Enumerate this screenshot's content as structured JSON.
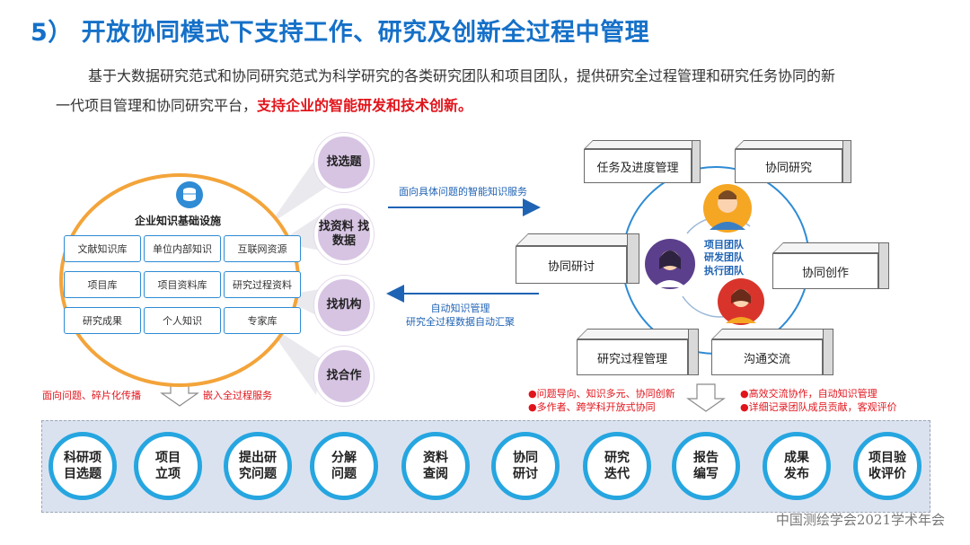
{
  "title": "5） 开放协同模式下支持工作、研究及创新全过程中管理",
  "intro": {
    "line1": "基于大数据研究范式和协同研究范式为科学研究的各类研究团队和项目团队，提供研究全过程管理和研究任务协同的新",
    "line2_plain": "一代项目管理和协同研究平台，",
    "line2_highlight": "支持企业的智能研发和技术创新。"
  },
  "colors": {
    "title": "#1570c8",
    "highlight": "#e1141b",
    "ring": "#f3a43a",
    "step_border": "#26a6e0",
    "find_bubble": "#d7c4e3"
  },
  "knowledge_base": {
    "title": "企业知识基础设施",
    "icon": "database-icon",
    "cells": [
      "文献知识库",
      "单位内部知识",
      "互联网资源",
      "项目库",
      "项目资料库",
      "研究过程资料",
      "研究成果",
      "个人知识",
      "专家库"
    ]
  },
  "find_items": [
    "找选题",
    "找资料\n找数据",
    "找机构",
    "找合作"
  ],
  "arrows": {
    "right_label": "面向具体问题的智能知识服务",
    "left_label_1": "自动知识管理",
    "left_label_2": "研究全过程数据自动汇聚"
  },
  "bottom_left": {
    "left": "面向问题、碎片化传播",
    "right": "嵌入全过程服务"
  },
  "collab": {
    "boxes": [
      "任务及进度管理",
      "协同研究",
      "协同研讨",
      "协同创作",
      "研究过程管理",
      "沟通交流"
    ],
    "center_label": [
      "项目团队",
      "研发团队",
      "执行团队"
    ]
  },
  "notes_left": [
    "●问题导向、知识多元、协同创新",
    "●多作者、跨学科开放式协同"
  ],
  "notes_right": [
    "●高效交流协作，自动知识管理",
    "●详细记录团队成员贡献，客观评价"
  ],
  "process_steps": [
    "科研项\n目选题",
    "项目\n立项",
    "提出研\n究问题",
    "分解\n问题",
    "资料\n查阅",
    "协同\n研讨",
    "研究\n迭代",
    "报告\n编写",
    "成果\n发布",
    "项目验\n收评价"
  ],
  "watermark": "中国测绘学会2021学术年会"
}
